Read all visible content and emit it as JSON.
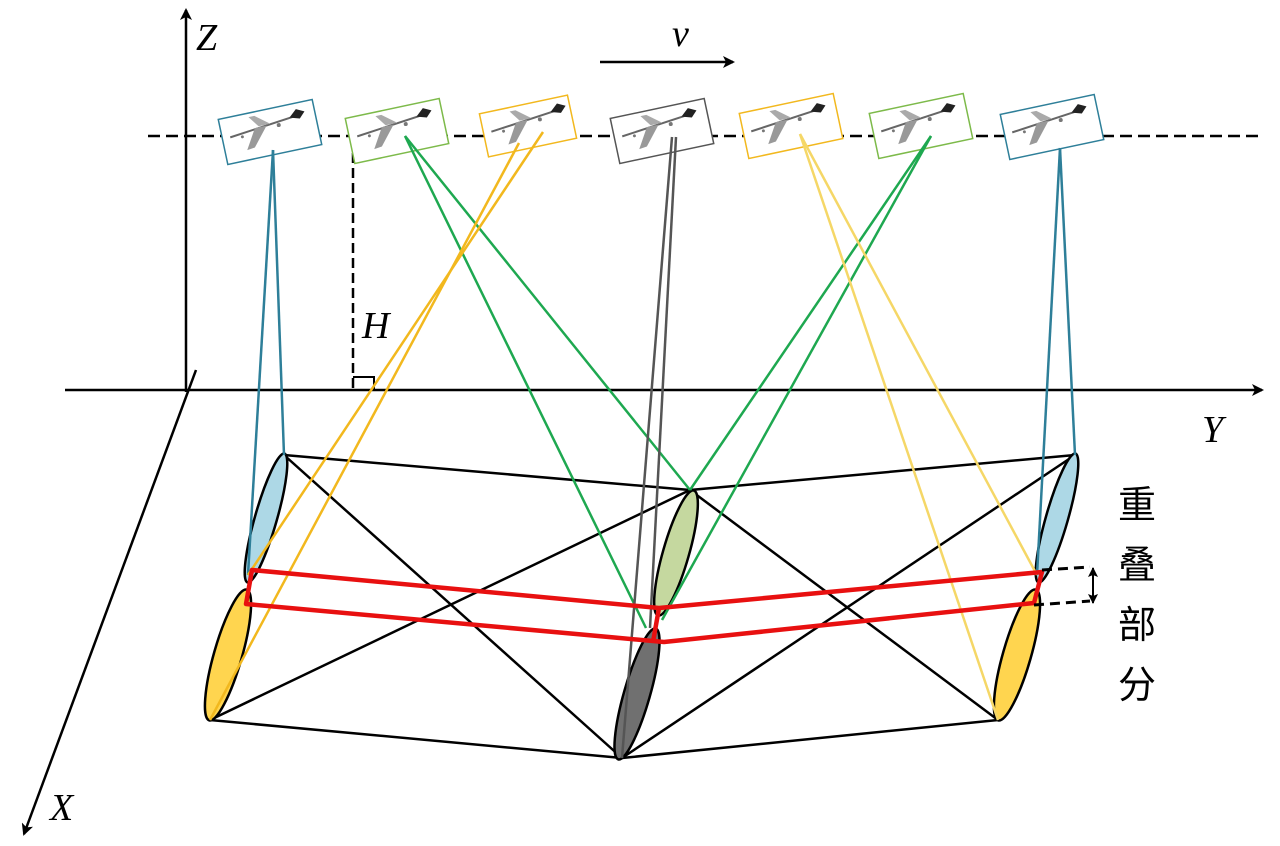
{
  "labels": {
    "z_axis": "Z",
    "y_axis": "Y",
    "x_axis": "X",
    "velocity": "v",
    "height": "H",
    "overlap": [
      "重",
      "叠",
      "部",
      "分"
    ]
  },
  "colors": {
    "teal": "#2E7F99",
    "green": "#1EA850",
    "orange": "#F2B81E",
    "gray": "#555555",
    "light_yellow": "#F5D767",
    "red": "#E81010",
    "ellipse_blue": "#ADD8E6",
    "ellipse_yellow": "#FFD54F",
    "ellipse_green": "#C5D89F",
    "ellipse_gray": "#707070"
  },
  "sensors": [
    {
      "color_key": "teal",
      "icon": "airplane-image-icon"
    },
    {
      "color_key": "green",
      "icon": "airplane-image-icon"
    },
    {
      "color_key": "orange",
      "icon": "airplane-image-icon"
    },
    {
      "color_key": "gray",
      "icon": "airplane-image-icon"
    },
    {
      "color_key": "light_yellow",
      "icon": "airplane-image-icon"
    },
    {
      "color_key": "green",
      "icon": "airplane-image-icon"
    },
    {
      "color_key": "teal",
      "icon": "airplane-image-icon"
    }
  ]
}
